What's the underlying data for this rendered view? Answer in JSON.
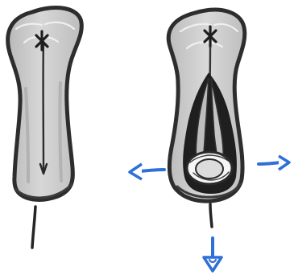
{
  "illustration": {
    "figures": [
      {
        "id": "closed",
        "state": "closed"
      },
      {
        "id": "open",
        "state": "open"
      }
    ],
    "arrows": [
      {
        "id": "left",
        "direction": "left"
      },
      {
        "id": "right",
        "direction": "right"
      },
      {
        "id": "down",
        "direction": "down"
      }
    ],
    "colors": {
      "background": "#ffffff",
      "outline": "#2d2d2d",
      "fill": "#c8c8c8",
      "highlight": "#ececec",
      "arrow": "#2f6fd8",
      "dark_interior": "#1f1f1f"
    }
  }
}
